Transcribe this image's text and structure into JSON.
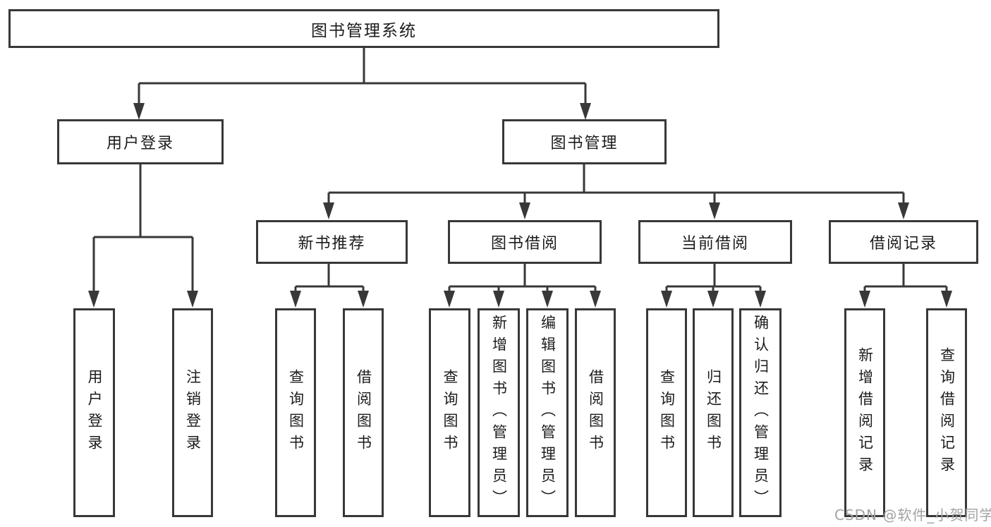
{
  "tree": {
    "label": "图书管理系统",
    "children": [
      {
        "label": "用户登录",
        "children": [
          {
            "label": "用户登录"
          },
          {
            "label": "注销登录"
          }
        ]
      },
      {
        "label": "图书管理",
        "children": [
          {
            "label": "新书推荐",
            "children": [
              {
                "label": "查询图书"
              },
              {
                "label": "借阅图书"
              }
            ]
          },
          {
            "label": "图书借阅",
            "children": [
              {
                "label": "查询图书"
              },
              {
                "label": "新增图书（管理员）"
              },
              {
                "label": "编辑图书（管理员）"
              },
              {
                "label": "借阅图书"
              }
            ]
          },
          {
            "label": "当前借阅",
            "children": [
              {
                "label": "查询图书"
              },
              {
                "label": "归还图书"
              },
              {
                "label": "确认归还（管理员）"
              }
            ]
          },
          {
            "label": "借阅记录",
            "children": [
              {
                "label": "新增借阅记录"
              },
              {
                "label": "查询借阅记录"
              }
            ]
          }
        ]
      }
    ]
  },
  "watermark": "CSDN @软件_小贺同学",
  "colors": {
    "line": "#383838",
    "text": "#1c1c1c",
    "watermark": "#a3a3a3",
    "background": "#ffffff"
  }
}
